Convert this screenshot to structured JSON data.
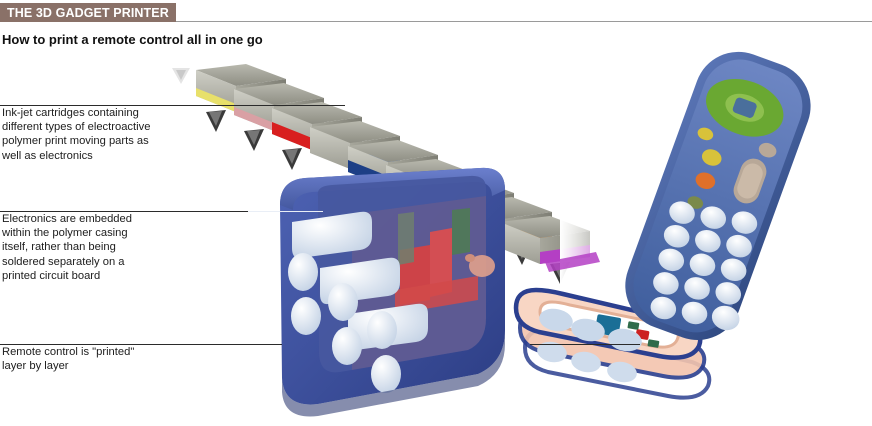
{
  "header": {
    "title": "THE 3D GADGET PRINTER",
    "bar_color": "#8a7168",
    "subtitle": "How to print a remote control all in one go"
  },
  "captions": [
    {
      "id": "cartridges",
      "lines": [
        "Ink-jet cartridges containing",
        "different types of electroactive",
        "polymer print moving parts as",
        "well as electronics"
      ]
    },
    {
      "id": "electronics",
      "lines": [
        "Electronics are embedded",
        "within the polymer casing",
        "itself, rather than being",
        "soldered separately on a",
        "printed circuit board"
      ]
    },
    {
      "id": "layers",
      "lines": [
        "Remote control is \"printed\"",
        "layer by layer"
      ]
    }
  ],
  "illustration": {
    "print_head": {
      "label": "ink-jet cartridge array",
      "body_color": "#9a9a90",
      "cartridges": [
        {
          "name": "yellow-cartridge",
          "ink": "#e8e06a"
        },
        {
          "name": "pink-cartridge",
          "ink": "#d9a0a4"
        },
        {
          "name": "red-cartridge",
          "ink": "#d81f1f"
        },
        {
          "name": "lightblue-cartridge",
          "ink": "#3f6fc4"
        },
        {
          "name": "darkblue-cartridge",
          "ink": "#1d3f86"
        },
        {
          "name": "green-cartridge",
          "ink": "#1f7a47"
        },
        {
          "name": "silver-cartridge",
          "ink": "#e6e6e6"
        },
        {
          "name": "orange-cartridge",
          "ink": "#e8821e"
        },
        {
          "name": "purple-cartridge",
          "ink": "#b43fc4"
        }
      ],
      "nozzle_color": "#3a3a3a"
    },
    "casing": {
      "label": "partly printed remote control casing",
      "shell_color": "#3a4fa0",
      "shell_top_color": "#5b6fc0",
      "button_color": "#dfe8f0",
      "internal_red": "#d94040",
      "internal_green": "#5b7f5b"
    },
    "printed_layer": {
      "label": "remote control printed layer by layer",
      "outline_color": "#2b3f8f",
      "fill_color": "#f3c4ad",
      "blob_color": "#c9d8ea",
      "chip_teal": "#1a6e96",
      "chip_red": "#cc2222",
      "chip_green": "#2f6b4a"
    },
    "finished_remote": {
      "label": "finished remote control",
      "body_color": "#46609e",
      "body_dark": "#2f4780",
      "nav_ring_color": "#6aa832",
      "button_pale": "#cfdbee",
      "button_yellow": "#d8c23a",
      "button_orange": "#e0702a",
      "button_olive": "#8a8a3a",
      "button_silver": "#b8a898"
    }
  }
}
